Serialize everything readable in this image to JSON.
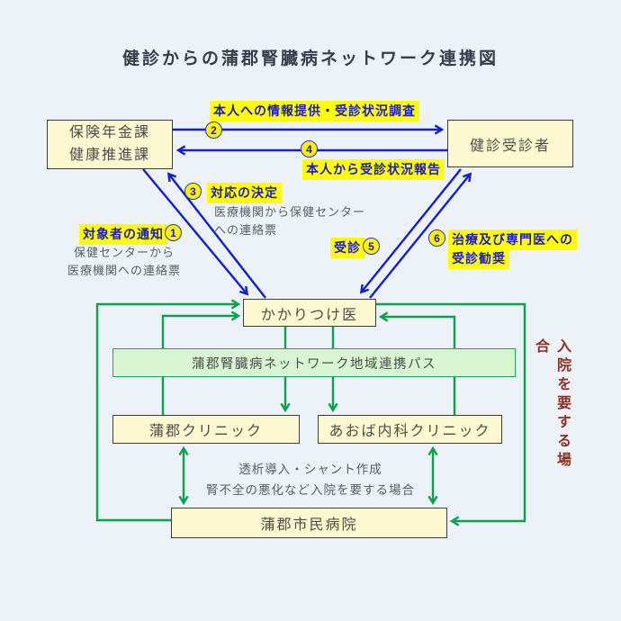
{
  "title": "健診からの蒲郡腎臓病ネットワーク連携図",
  "nodes": {
    "hoken_nenkin": {
      "line1": "保険年金課",
      "line2": "健康推進課"
    },
    "jushinsha": {
      "label": "健診受診者"
    },
    "kakaritsuke": {
      "label": "かかりつけ医"
    },
    "renkei_pass": {
      "label": "蒲郡腎臓病ネットワーク地域連携パス"
    },
    "gamagori_clinic": {
      "label": "蒲郡クリニック"
    },
    "aoba_clinic": {
      "label": "あおば内科クリニック"
    },
    "shimin_hospital": {
      "label": "蒲郡市民病院"
    }
  },
  "steps": {
    "s1": {
      "num": "1",
      "label": "対象者の通知",
      "note_line1": "保健センターから",
      "note_line2": "医療機関への連絡票"
    },
    "s2": {
      "num": "2",
      "label": "本人への情報提供・受診状況調査"
    },
    "s3": {
      "num": "3",
      "label": "対応の決定",
      "note_line1": "医療機関から保健センター",
      "note_line2": "への連絡票"
    },
    "s4": {
      "num": "4",
      "label": "本人から受診状況報告"
    },
    "s5": {
      "num": "5",
      "label": "受診"
    },
    "s6": {
      "num": "6",
      "label_line1": "治療及び専門医への",
      "label_line2": "受診勧奨"
    }
  },
  "annotations": {
    "hospital_note_line1": "透析導入・シャント作成",
    "hospital_note_line2": "腎不全の悪化など入院を要する場合",
    "side_note": "入院を要する場合"
  },
  "colors": {
    "background": "#edf1f8",
    "box_fill": "#fcf9d0",
    "box_border": "#3c3c3c",
    "pass_fill": "#d6f5d0",
    "pass_border": "#1aa84e",
    "arrow_blue": "#1020cc",
    "arrow_green": "#0aa24c",
    "highlight": "#ffff00",
    "highlight_text": "#1a1acc",
    "note_text": "#5a5e66",
    "side_note_text": "#8b3226",
    "title_text": "#353d4a"
  }
}
